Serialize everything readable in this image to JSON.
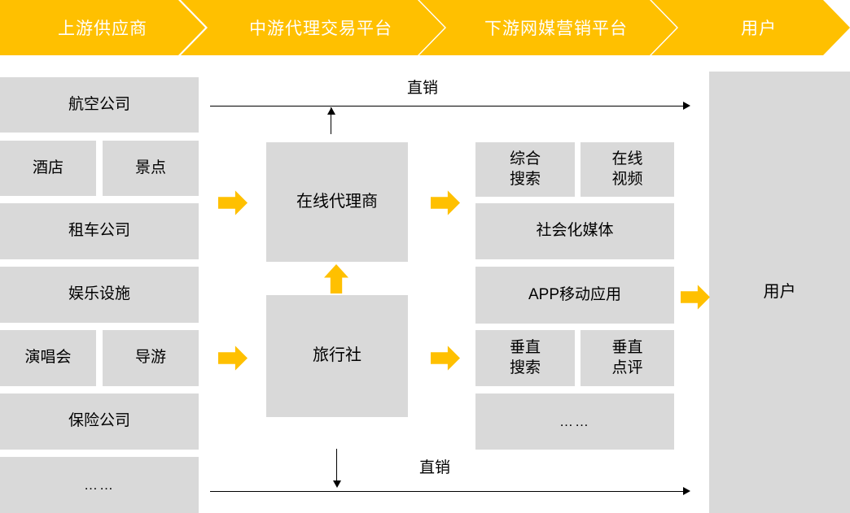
{
  "header": {
    "segments": [
      {
        "label": "上游供应商",
        "name": "upstream-supplier"
      },
      {
        "label": "中游代理交易平台",
        "name": "midstream-agency-platform"
      },
      {
        "label": "下游网媒营销平台",
        "name": "downstream-media-marketing-platform"
      },
      {
        "label": "用户",
        "name": "user"
      }
    ],
    "background_color": "#FFC000",
    "text_color": "#FFFFFF"
  },
  "columns": {
    "suppliers": {
      "rows": [
        {
          "cells": [
            "航空公司"
          ]
        },
        {
          "cells": [
            "酒店",
            "景点"
          ]
        },
        {
          "cells": [
            "租车公司"
          ]
        },
        {
          "cells": [
            "娱乐设施"
          ]
        },
        {
          "cells": [
            "演唱会",
            "导游"
          ]
        },
        {
          "cells": [
            "保险公司"
          ]
        },
        {
          "cells": [
            "……"
          ]
        }
      ]
    },
    "agencies": {
      "boxes": [
        {
          "label": "在线代理商",
          "name": "online-travel-agency-box"
        },
        {
          "label": "旅行社",
          "name": "travel-agency-box"
        }
      ]
    },
    "media": {
      "rows": [
        {
          "cells": [
            "综合\n搜索",
            "在线\n视频"
          ]
        },
        {
          "cells": [
            "社会化媒体"
          ]
        },
        {
          "cells": [
            "APP移动应用"
          ]
        },
        {
          "cells": [
            "垂直\n搜索",
            "垂直\n点评"
          ]
        },
        {
          "cells": [
            "……"
          ]
        }
      ]
    },
    "users": {
      "label": "用户"
    }
  },
  "flows": {
    "direct_sales_top": "直销",
    "direct_sales_bottom": "直销"
  },
  "colors": {
    "accent_yellow": "#FFC000",
    "arrow_outline": "#BF9000",
    "box_gray": "#D9D9D9",
    "line_black": "#000000"
  }
}
